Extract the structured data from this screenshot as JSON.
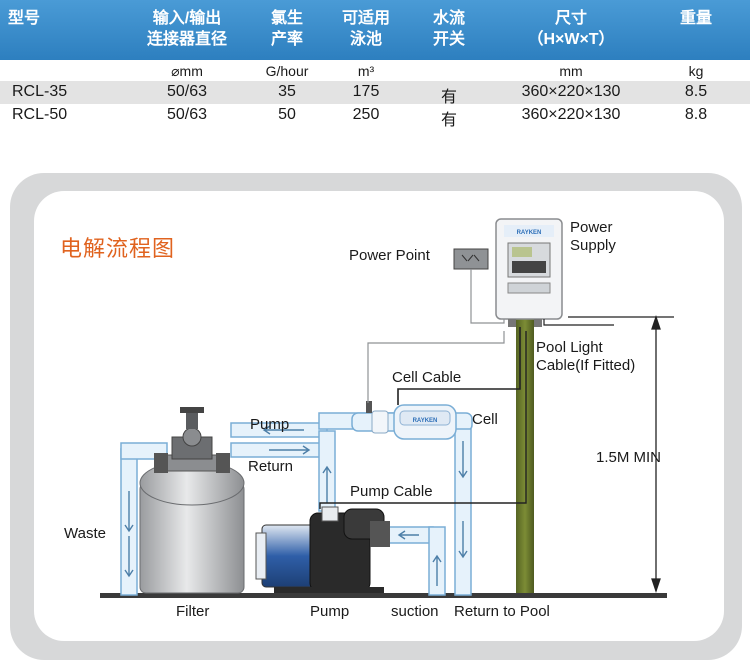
{
  "table": {
    "headers": [
      {
        "line1": "型号",
        "line2": ""
      },
      {
        "line1": "输入/输出",
        "line2": "连接器直径"
      },
      {
        "line1": "氯生",
        "line2": "产率"
      },
      {
        "line1": "可适用",
        "line2": "泳池"
      },
      {
        "line1": "水流",
        "line2": "开关"
      },
      {
        "line1": "尺寸",
        "line2": "（H×W×T）"
      },
      {
        "line1": "重量",
        "line2": ""
      }
    ],
    "units": [
      "",
      "⌀mm",
      "G/hour",
      "m³",
      "",
      "mm",
      "kg"
    ],
    "rows": [
      [
        "RCL-35",
        "50/63",
        "35",
        "175",
        "有",
        "360×220×130",
        "8.5"
      ],
      [
        "RCL-50",
        "50/63",
        "50",
        "250",
        "有",
        "360×220×130",
        "8.8"
      ]
    ]
  },
  "diagram": {
    "title": "电解流程图",
    "labels": {
      "power_point": "Power Point",
      "power_supply_1": "Power",
      "power_supply_2": "Supply",
      "pool_light_1": "Pool Light",
      "pool_light_2": "Cable(If Fitted)",
      "cell_cable": "Cell Cable",
      "cell": "Cell",
      "pump_top": "Pump",
      "return_top": "Return",
      "pump_cable": "Pump  Cable",
      "min_height": "1.5M MIN",
      "waste": "Waste",
      "filter": "Filter",
      "pump_bottom": "Pump",
      "suction": "suction",
      "return_to_pool": "Return to Pool",
      "brand": "RAYKEN"
    },
    "colors": {
      "title": "#e0631f",
      "header_bg": "#3a8cc9",
      "pipe_fill": "#e6f2fb",
      "pipe_stroke": "#7aaed6",
      "pole": "#6b7a2c",
      "panel_frame": "#d7d8d9"
    }
  }
}
